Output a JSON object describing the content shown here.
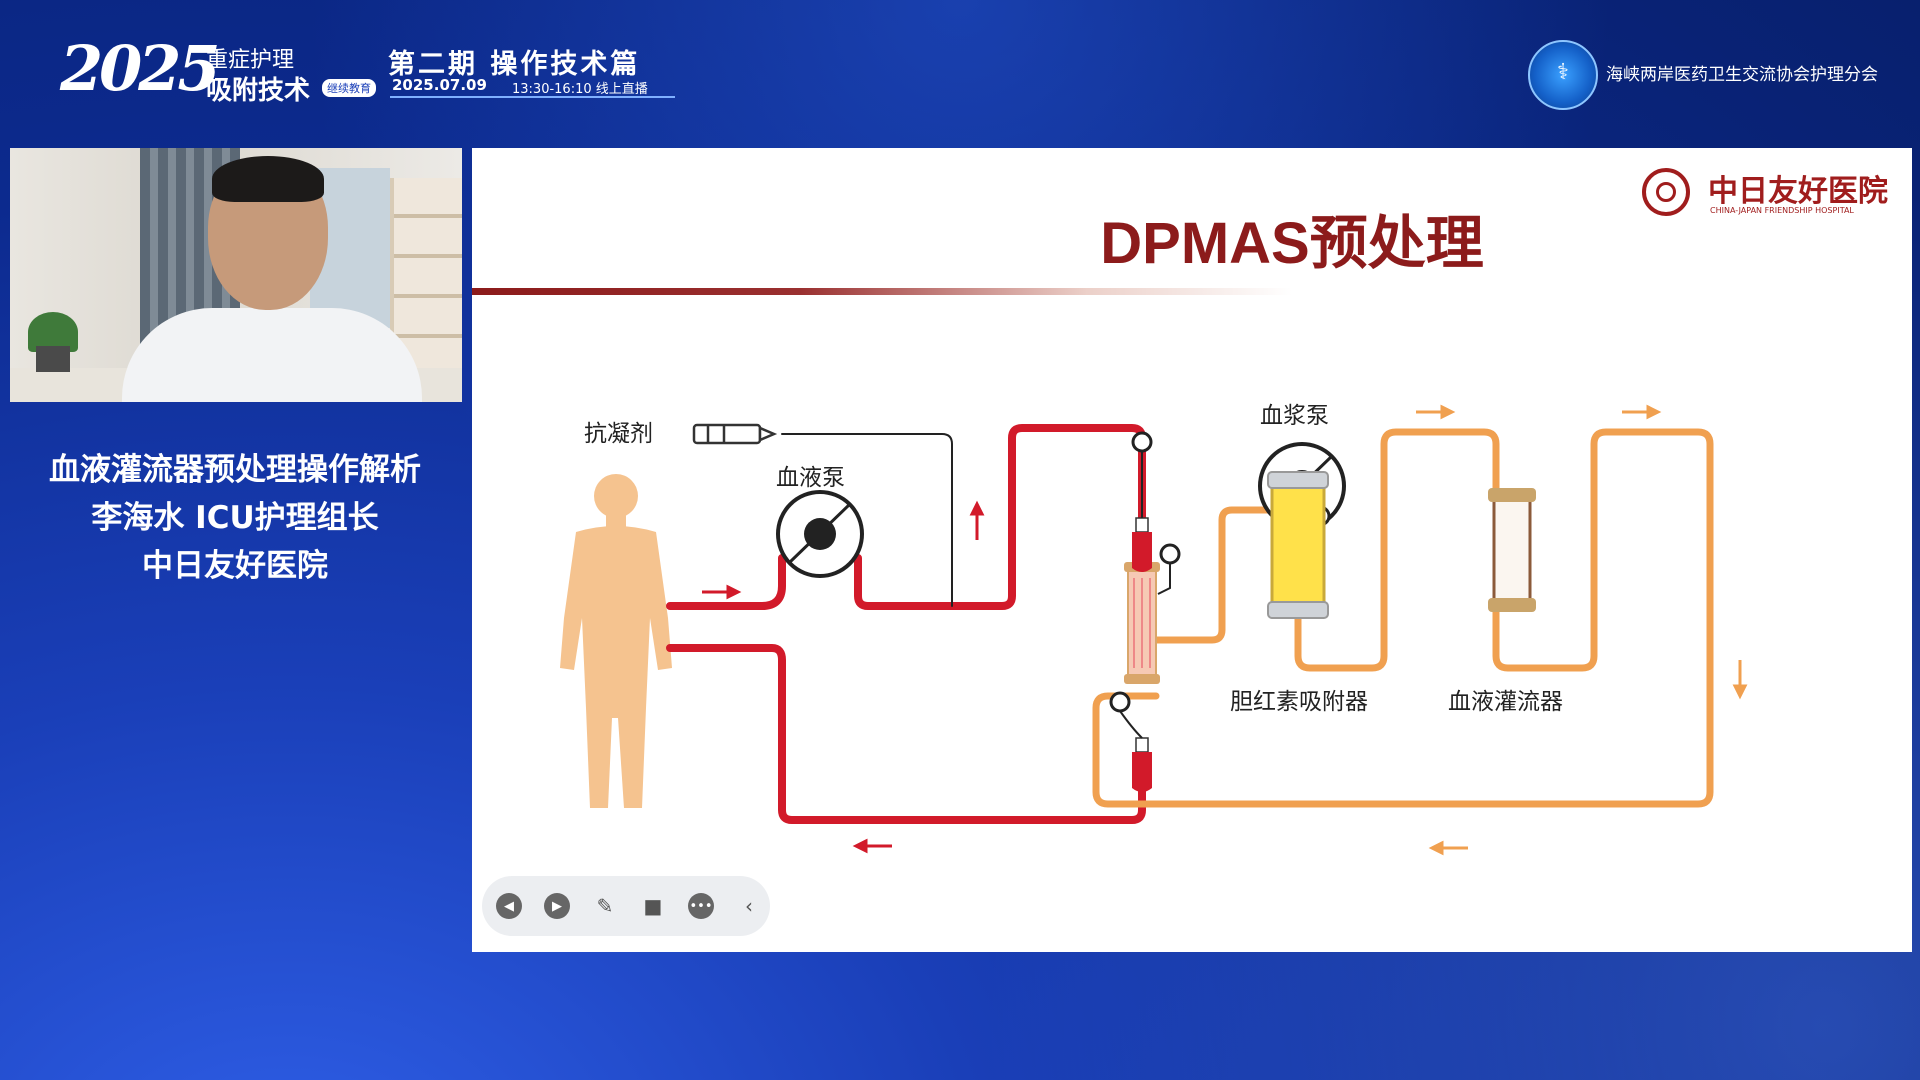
{
  "banner": {
    "logo_year": "2025",
    "logo_line1": "重症护理",
    "logo_line2": "吸附技术",
    "logo_tag": "继续教育",
    "period": "第二期 操作技术篇",
    "date": "2025.07.09",
    "time": "13:30-16:10 线上直播",
    "org_name": "海峡两岸医药卫生交流协会护理分会"
  },
  "camera": {
    "label": "speaker video"
  },
  "caption": {
    "line1": "血液灌流器预处理操作解析",
    "line2": "李海水 ICU护理组长",
    "line3": "中日友好医院"
  },
  "slide": {
    "title": "DPMAS预处理",
    "hospital_name": "中日友好医院",
    "hospital_en": "CHINA-JAPAN FRIENDSHIP HOSPITAL",
    "labels": {
      "anticoagulant": "抗凝剂",
      "blood_pump": "血液泵",
      "plasma_pump": "血浆泵",
      "bilirubin_adsorber": "胆红素吸附器",
      "hemoperfusion": "血液灌流器"
    }
  },
  "toolbar": {
    "prev_icon": "prev-icon",
    "next_icon": "next-icon",
    "pen_icon": "pen-icon",
    "camera_icon": "camera-icon",
    "more_icon": "more-icon",
    "collapse_icon": "collapse-icon"
  },
  "colors": {
    "blood": "#d21a2a",
    "plasma": "#f0a050",
    "accent": "#8c1b1b",
    "banner_bg": "#0c2a8e"
  }
}
